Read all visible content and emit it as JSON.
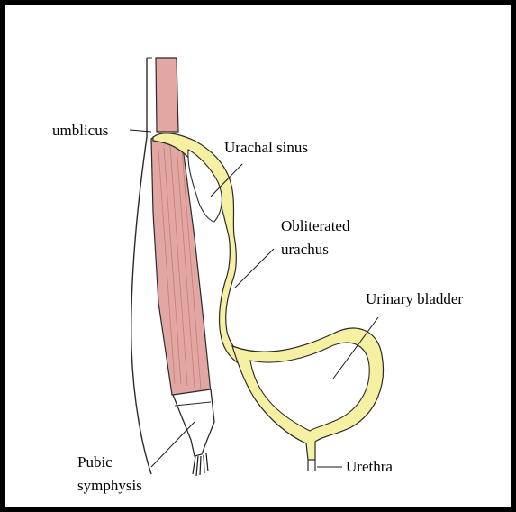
{
  "labels": {
    "umblicus": "umblicus",
    "urachal_sinus": "Urachal sinus",
    "obliterated_line1": "Obliterated",
    "obliterated_line2": "urachus",
    "urinary_bladder": "Urinary bladder",
    "pubic_line1": "Pubic",
    "pubic_line2": "symphysis",
    "urethra": "Urethra"
  },
  "colors": {
    "border": "#000000",
    "muscle": "#e2a7a2",
    "muscle_stripe": "#c97b76",
    "urachus_fill": "#f5f0a2",
    "outline": "#2a2a2a"
  }
}
